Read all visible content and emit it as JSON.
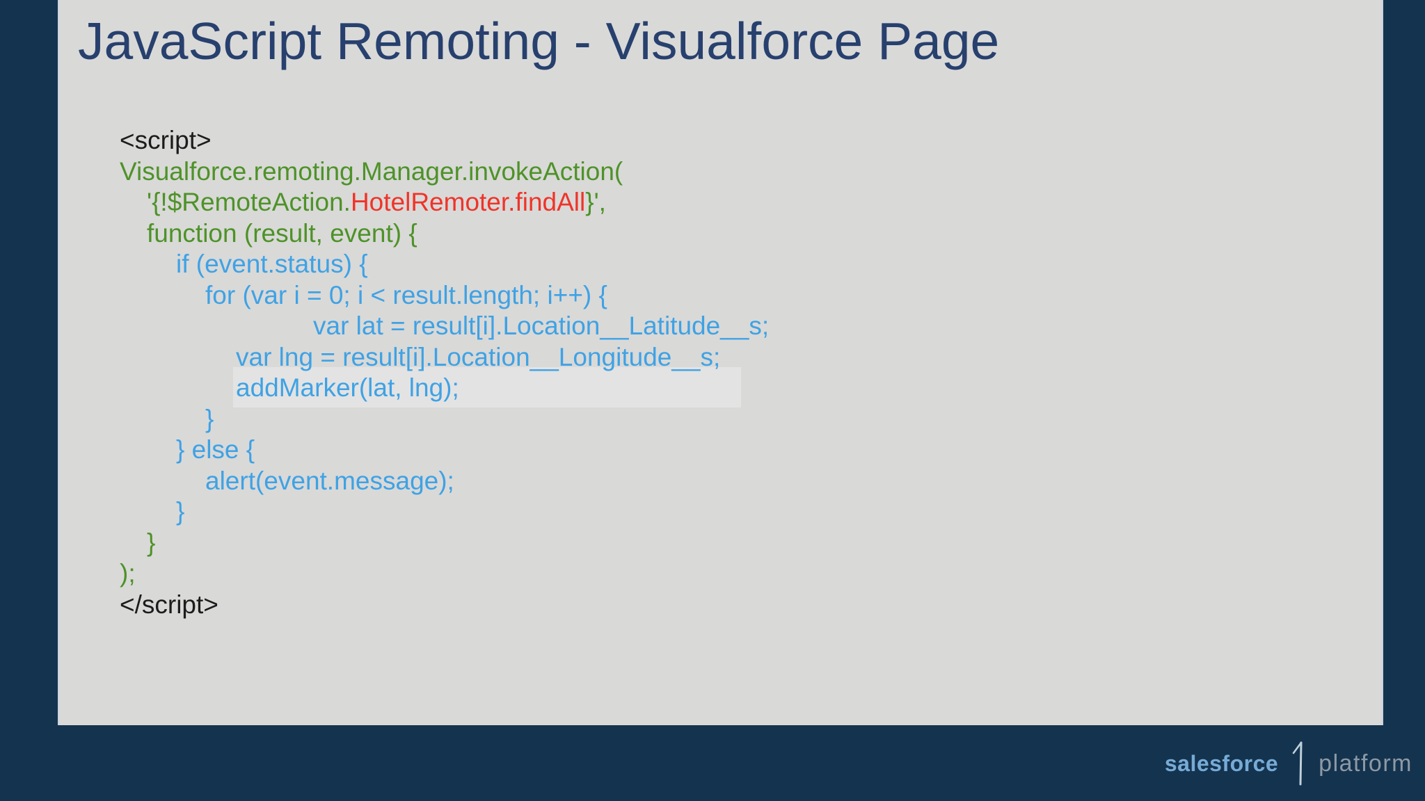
{
  "slide": {
    "title": "JavaScript Remoting - Visualforce Page",
    "code": {
      "language": "javascript",
      "lines": [
        {
          "indent": 0,
          "segments": [
            {
              "text": "<script>",
              "color": "black"
            }
          ]
        },
        {
          "indent": 0,
          "segments": [
            {
              "text": "Visualforce.remoting.Manager.invokeAction(",
              "color": "green"
            }
          ]
        },
        {
          "indent": 1,
          "segments": [
            {
              "text": "'{!$RemoteAction.",
              "color": "green"
            },
            {
              "text": "HotelRemoter.findAll",
              "color": "red"
            },
            {
              "text": "}',",
              "color": "green"
            }
          ]
        },
        {
          "indent": 1,
          "segments": [
            {
              "text": "function (result, event) {",
              "color": "green"
            }
          ]
        },
        {
          "indent": 2,
          "segments": [
            {
              "text": "if (event.status) {",
              "color": "blue"
            }
          ]
        },
        {
          "indent": 3,
          "segments": [
            {
              "text": "for (var i = 0; i < result.length; i++) {",
              "color": "blue"
            }
          ]
        },
        {
          "indent": 5,
          "segments": [
            {
              "text": "var lat = result[i].Location__Latitude__s;",
              "color": "blue"
            }
          ]
        },
        {
          "indent": 4,
          "segments": [
            {
              "text": "var lng = result[i].Location__Longitude__s;",
              "color": "blue"
            }
          ]
        },
        {
          "indent": 4,
          "segments": [
            {
              "text": "addMarker(lat, lng);",
              "color": "blue"
            }
          ]
        },
        {
          "indent": 3,
          "segments": [
            {
              "text": "}",
              "color": "blue"
            }
          ]
        },
        {
          "indent": 2,
          "segments": [
            {
              "text": "} else {",
              "color": "blue"
            }
          ]
        },
        {
          "indent": 3,
          "segments": [
            {
              "text": "alert(event.message);",
              "color": "blue"
            }
          ]
        },
        {
          "indent": 2,
          "segments": [
            {
              "text": "}",
              "color": "blue"
            }
          ]
        },
        {
          "indent": 1,
          "segments": [
            {
              "text": "}",
              "color": "green"
            }
          ]
        },
        {
          "indent": 0,
          "segments": [
            {
              "text": ");",
              "color": "green"
            }
          ]
        },
        {
          "indent": 0,
          "segments": [
            {
              "text": "</script>",
              "color": "black"
            }
          ]
        }
      ]
    }
  },
  "footer": {
    "brand": "salesforce",
    "divider_icon": "salesforce1-one",
    "product": "platform"
  },
  "colors": {
    "background": "#14334f",
    "slide_bg": "#d9d9d8",
    "title": "#27406e",
    "code_black": "#1c1c1c",
    "code_green": "#4e9228",
    "code_red": "#ef3429",
    "code_blue": "#3fa2e4",
    "brand_blue": "#77abd6",
    "platform_gray": "#8d99a4",
    "one_glyph": "#bfd0da"
  }
}
